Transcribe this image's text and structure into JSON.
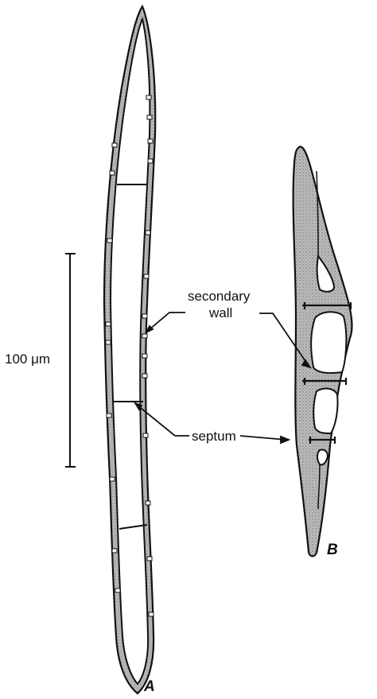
{
  "figure": {
    "labels": {
      "scale_bar": "100 μm",
      "secondary_wall_line1": "secondary",
      "secondary_wall_line2": "wall",
      "septum": "septum",
      "cell_a": "A",
      "cell_b": "B"
    },
    "colors": {
      "ink": "#111111",
      "wall_fill": "#bdbdbd",
      "background": "#ffffff"
    }
  }
}
